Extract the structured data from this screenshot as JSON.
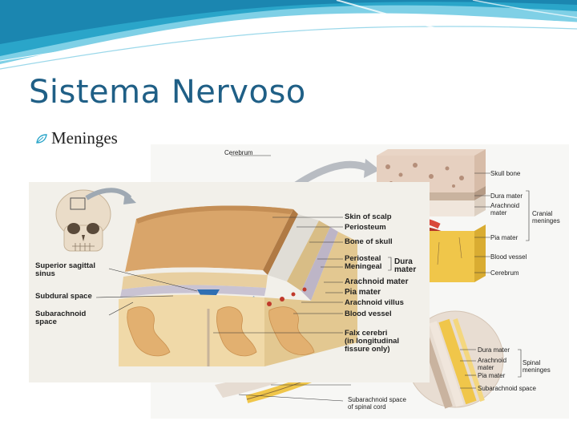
{
  "slide": {
    "title": "Sistema Nervoso",
    "bullet": "Meninges",
    "bullet_icon": "leaf-bullet-icon",
    "title_color": "#1f5f86",
    "banner_colors": [
      "#2aa5c9",
      "#7fd0e6",
      "#ffffff"
    ]
  },
  "figure_back": {
    "cerebrum_top": "Cerebrum",
    "skull_bone": "Skull bone",
    "dura_mater": "Dura mater",
    "arachnoid_mater": "Arachnoid\nmater",
    "cranial_meninges": "Cranial\nmeninges",
    "pia_mater": "Pia mater",
    "blood_vessel": "Blood vessel",
    "cerebrum": "Cerebrum",
    "spinal_dura_mater": "Dura mater",
    "spinal_arachnoid_mater": "Arachnoid\nmater",
    "spinal_pia_mater": "Pia mater",
    "spinal_meninges": "Spinal\nmeninges",
    "subarachnoid_space": "Subarachnoid space",
    "subarachnoid_space_spinal": "Subarachnoid space\nof spinal cord"
  },
  "figure_front": {
    "superior_sagittal_sinus": "Superior sagittal\nsinus",
    "subdural_space": "Subdural space",
    "subarachnoid_space": "Subarachnoid\nspace",
    "skin_of_scalp": "Skin of scalp",
    "periosteum": "Periosteum",
    "bone_of_skull": "Bone of skull",
    "periosteal": "Periosteal",
    "meningeal": "Meningeal",
    "dura": "Dura\nmater",
    "arachnoid_mater": "Arachnoid mater",
    "pia_mater": "Pia mater",
    "arachnoid_villus": "Arachnoid villus",
    "blood_vessel": "Blood vessel",
    "falx_cerebri": "Falx cerebri\n(in longitudinal\nfissure only)"
  }
}
